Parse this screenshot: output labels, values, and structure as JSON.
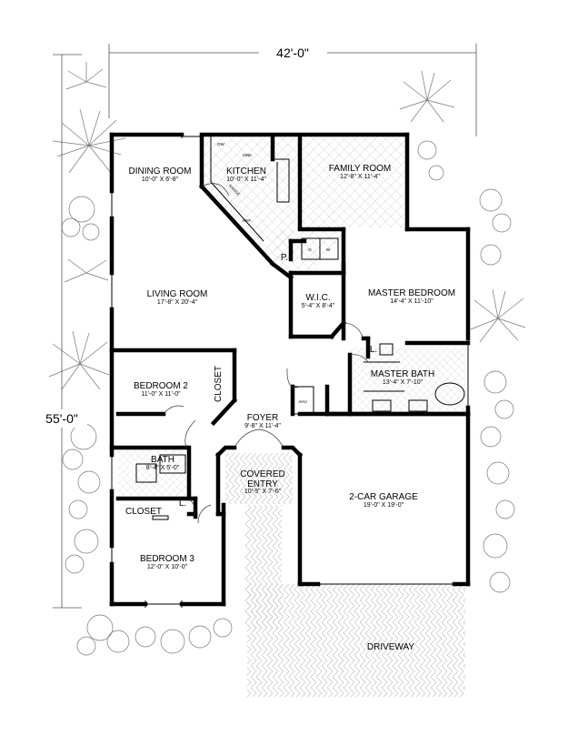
{
  "dimensions": {
    "width": "42'-0\"",
    "depth": "55'-0\""
  },
  "rooms": {
    "dining": {
      "name": "DINING ROOM",
      "size": "10'-0\" X 6'-8\""
    },
    "kitchen": {
      "name": "KITCHEN",
      "size": "10'-0\" X 11'-4\""
    },
    "family": {
      "name": "FAMILY ROOM",
      "size": "12'-8\" X 11'-4\""
    },
    "living": {
      "name": "LIVING ROOM",
      "size": "17'-8\" X 20'-4\""
    },
    "wic": {
      "name": "W.I.C.",
      "size": "5'-4\" X 8'-4\""
    },
    "master_bed": {
      "name": "MASTER BEDROOM",
      "size": "14'-4\" X 11'-10\""
    },
    "master_bath": {
      "name": "MASTER BATH",
      "size": "13'-4\" X 7'-10\""
    },
    "bedroom2": {
      "name": "BEDROOM 2",
      "size": "11'-0\" X 11'-0\""
    },
    "foyer": {
      "name": "FOYER",
      "size": "9'-8\" X 11'-4\""
    },
    "bath": {
      "name": "BATH",
      "size": "8'-4\" X 5'-0\""
    },
    "covered_entry": {
      "name_line1": "COVERED",
      "name_line2": "ENTRY",
      "size": "10'-5\" X 7'-6\""
    },
    "garage": {
      "name": "2-CAR GARAGE",
      "size": "19'-0\" X 19'-0\""
    },
    "bedroom3": {
      "name": "BEDROOM 3",
      "size": "12'-0\" X 10'-0\""
    }
  },
  "labels": {
    "closet_vertical": "CLOSET",
    "closet_horizontal": "CLOSET",
    "driveway": "DRIVEWAY",
    "pantry": "P.",
    "linen_master": "L.",
    "linen_hall": "L.",
    "dishwasher": "DW",
    "sink": "SINK",
    "range": "RANGE",
    "refrigerator": "REF.",
    "dryer": "D",
    "washer": "W",
    "air_handler": "AHU"
  }
}
